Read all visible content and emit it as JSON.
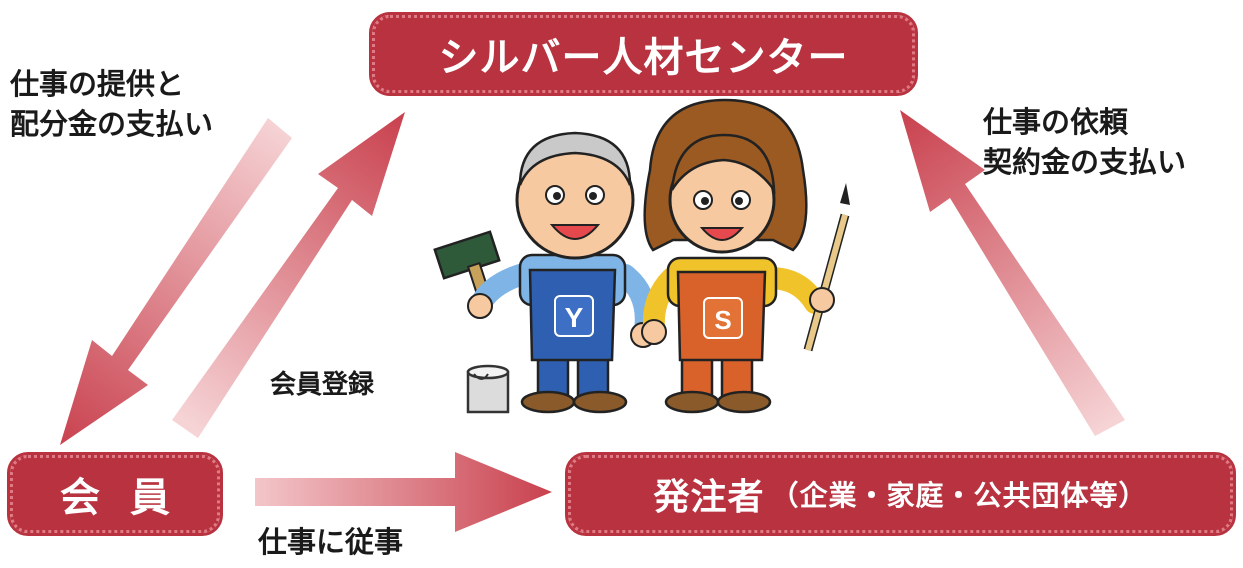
{
  "center": {
    "title": "シルバー人材センター"
  },
  "member": {
    "title": "会員"
  },
  "client": {
    "title": "発注者",
    "paren": "（企業・家庭・公共団体等）"
  },
  "labels": {
    "center_to_member": [
      "仕事の提供と",
      "配分金の支払い"
    ],
    "client_to_center": [
      "仕事の依頼",
      "契約金の支払い"
    ],
    "member_to_center": "会員登録",
    "member_to_client": "仕事に従事"
  },
  "mascots": {
    "left_letter": "Y",
    "right_letter": "S"
  },
  "colors": {
    "box": "#b8323f",
    "arrow": "#c9424f",
    "arrow_fade": "#f3c6c9"
  }
}
